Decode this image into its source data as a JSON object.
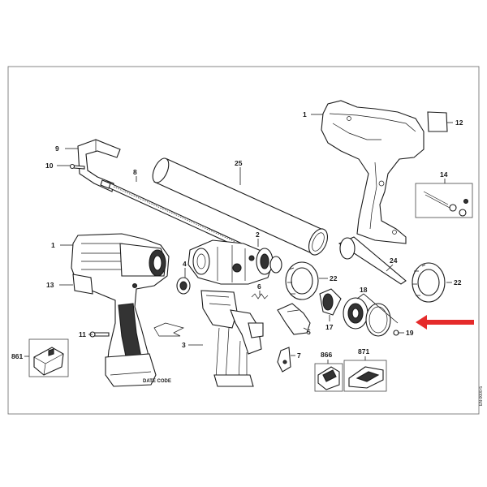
{
  "labels": {
    "l1a": "1",
    "l12": "12",
    "l9": "9",
    "l10": "10",
    "l8": "8",
    "l25": "25",
    "l14": "14",
    "l2": "2",
    "l1b": "1",
    "l13": "13",
    "l4": "4",
    "l6": "6",
    "l22a": "22",
    "l24": "24",
    "l22b": "22",
    "l18": "18",
    "l17": "17",
    "l5": "5",
    "l19": "19",
    "l11": "11",
    "l3": "3",
    "l7": "7",
    "l861": "861",
    "l866": "866",
    "l871": "871"
  },
  "date_code": "DATE CODE",
  "side_code": "EN-0000-5",
  "colors": {
    "arrow": "#e52b2b",
    "ink": "#1a1a1a",
    "frame": "#444444"
  },
  "arrow": {
    "points_to": "19"
  }
}
